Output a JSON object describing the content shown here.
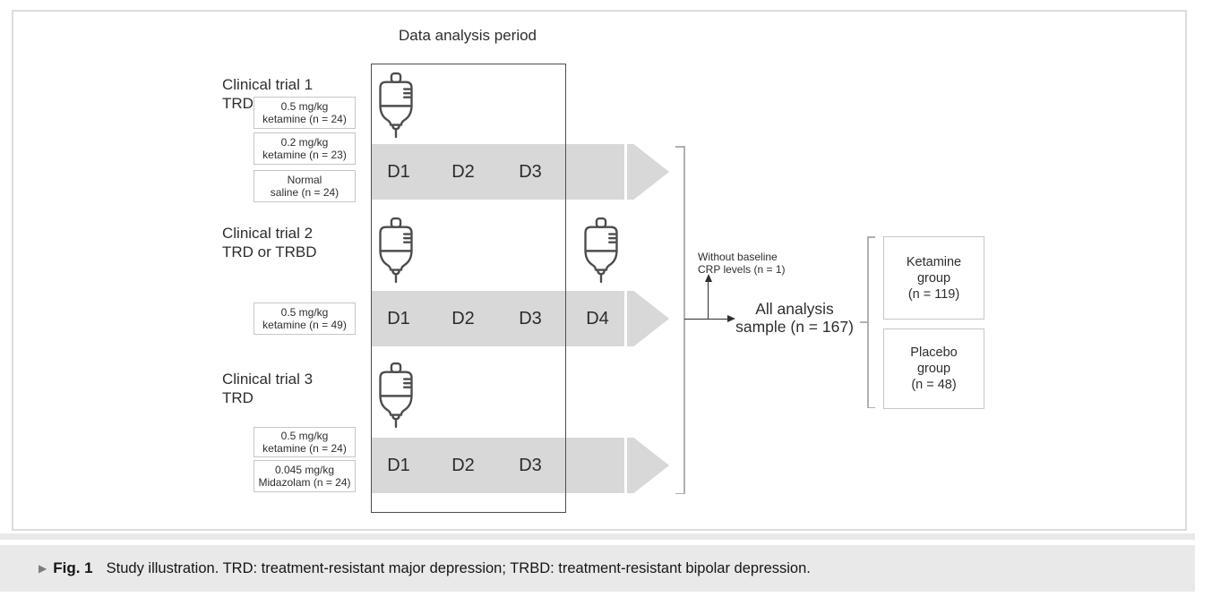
{
  "figure": {
    "title": "Data analysis period",
    "trials": [
      {
        "name": "Clinical trial 1",
        "population": "TRD",
        "arms": [
          {
            "lines": [
              "0.5 mg/kg",
              "ketamine (n = 24)"
            ]
          },
          {
            "lines": [
              "0.2 mg/kg",
              "ketamine (n = 23)"
            ]
          },
          {
            "lines": [
              "Normal",
              "saline (n = 24)"
            ]
          }
        ],
        "days": [
          "D1",
          "D2",
          "D3"
        ]
      },
      {
        "name": "Clinical trial 2",
        "population": "TRD or TRBD",
        "arms": [
          {
            "lines": [
              "0.5 mg/kg",
              "ketamine (n = 49)"
            ]
          }
        ],
        "days": [
          "D1",
          "D2",
          "D3",
          "D4"
        ]
      },
      {
        "name": "Clinical trial 3",
        "population": "TRD",
        "arms": [
          {
            "lines": [
              "0.5 mg/kg",
              "ketamine (n = 24)"
            ]
          },
          {
            "lines": [
              "0.045 mg/kg",
              "Midazolam (n = 24)"
            ]
          }
        ],
        "days": [
          "D1",
          "D2",
          "D3"
        ]
      }
    ],
    "exclusion": {
      "lines": [
        "Without baseline",
        "CRP levels (n = 1)"
      ]
    },
    "analysis_sample": {
      "lines": [
        "All analysis",
        "sample (n = 167)"
      ]
    },
    "groups": [
      {
        "lines": [
          "Ketamine",
          "group",
          "(n = 119)"
        ]
      },
      {
        "lines": [
          "Placebo",
          "group",
          "(n = 48)"
        ]
      }
    ],
    "caption": {
      "marker": "▶",
      "label": "Fig. 1",
      "text": "Study illustration. TRD: treatment-resistant major depression; TRBD: treatment-resistant bipolar depression."
    },
    "icons": {
      "infusion_bag": "iv-infusion-bag",
      "caption_marker": "right-pointing-triangle"
    },
    "colors": {
      "arrow_fill": "#d8d8d8",
      "caption_bg": "#e9e9e9",
      "box_border": "#c6c6c6",
      "rect_border": "#4d4d4d",
      "icon_stroke": "#4d4d4d",
      "bracket": "#b0b0b0",
      "text": "#2e2e2e",
      "panel_border": "#dcdcdc"
    }
  }
}
